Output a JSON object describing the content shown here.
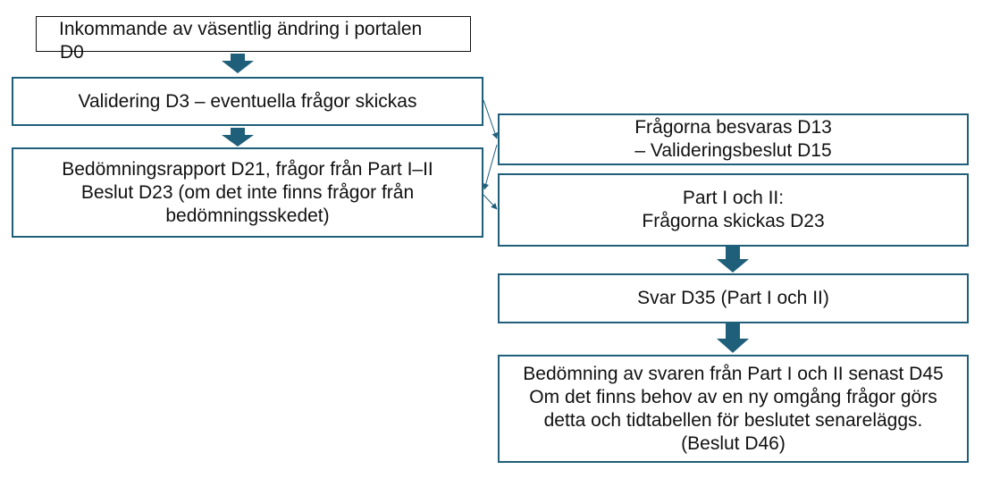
{
  "colors": {
    "box_border": "#1f5f7a",
    "arrow_fill": "#1f5f7a",
    "connector": "#1f5f7a",
    "text": "#111111"
  },
  "boxes": {
    "incoming": {
      "line1": "Inkommande av väsentlig ändring i portalen",
      "line2": "D0"
    },
    "validation": {
      "line1": "Validering D3 – eventuella frågor skickas"
    },
    "assessment": {
      "line1": "Bedömningsrapport D21, frågor från Part I–II",
      "line2": "Beslut D23 (om det inte finns frågor från",
      "line3": "bedömningsskedet)"
    },
    "questions_answered": {
      "line1": "Frågorna besvaras D13",
      "line2": "– Valideringsbeslut D15"
    },
    "questions_sent": {
      "line1": "Part I och II:",
      "line2": "Frågorna skickas D23"
    },
    "answer": {
      "line1": "Svar D35 (Part I och II)"
    },
    "final_assessment": {
      "line1": "Bedömning av svaren från Part I och II senast D45",
      "line2": "Om det finns behov av en ny omgång frågor görs",
      "line3": "detta och tidtabellen för beslutet senareläggs.",
      "line4": "(Beslut D46)"
    }
  }
}
